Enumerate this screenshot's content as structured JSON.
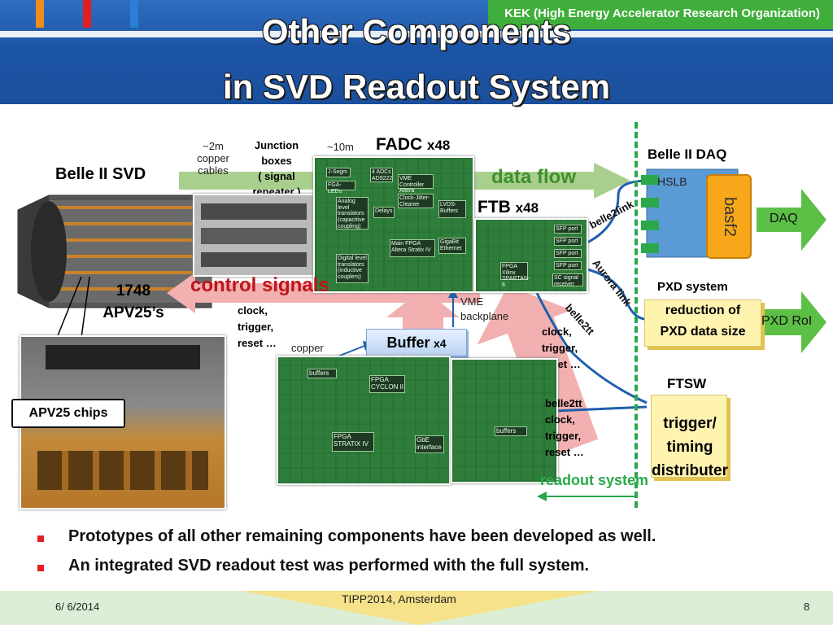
{
  "header": {
    "org": "KEK (High Energy Accelerator Research Organization)",
    "title_line1": "Other Components",
    "title_line2": "in SVD Readout System"
  },
  "diagram": {
    "belle_svd": "Belle II SVD",
    "cables_len": "~2m",
    "cables_kind": "copper",
    "cables_word": "cables",
    "junction": "Junction",
    "junction_boxes": "boxes",
    "junction_signal": "( signal",
    "junction_repeater": "repeater )",
    "len10": "~10m",
    "fadc": "FADC",
    "fadc_count": "x48",
    "data_flow": "data flow",
    "ftb": "FTB",
    "ftb_count": "x48",
    "belle2link": "belle2link",
    "aurora_link": "Aurora link",
    "belle2tt_1": "belle2tt",
    "belle2tt_2": "belle2tt",
    "daq_title": "Belle II DAQ",
    "hslb": "HSLB",
    "basf2": "basf2",
    "daq": "DAQ",
    "pxd_system": "PXD system",
    "pxd_red_1": "reduction of",
    "pxd_red_2": "PXD data size",
    "pxd_roi": "PXD RoI",
    "ftsw": "FTSW",
    "ftsw_box_1": "trigger/",
    "ftsw_box_2": "timing",
    "ftsw_box_3": "distributer",
    "control_signals": "control signals",
    "apv_count": "1748",
    "apv_name": "APV25’s",
    "ctrl1_clock": "clock,",
    "ctrl1_trigger": "trigger,",
    "ctrl1_reset": "reset …",
    "vme": "VME",
    "backplane": "backplane",
    "ctrl2_clock": "clock,",
    "ctrl2_trigger": "trigger,",
    "ctrl2_reset": "reset …",
    "ctrl3_clock": "clock,",
    "ctrl3_trigger": "trigger,",
    "ctrl3_reset": "reset …",
    "copper": "copper",
    "buffer": "Buffer",
    "buffer_count": "x4",
    "apv_chips": "APV25 chips",
    "readout_system": "readout system",
    "fadc_chips": [
      "J-Segm",
      "FGA-LEDs",
      "Analog level translators (capacitive coupling)",
      "Digital level translators (inductive couplers)",
      "4 ADCs AD9222",
      "Delays",
      "VME Controller Altera Cyclone II",
      "Clock-Jitter-Cleaner",
      "Main FPGA Altera Stratix IV",
      "LVDS-Buffers",
      "GigaBit Ethernet"
    ],
    "ftb_chips": [
      "SFP port",
      "SFP port",
      "SFP port",
      "SFP port",
      "FPGA Xilinx SPARTAN-6",
      "SC signal receiver"
    ],
    "buffer_tags": [
      "buffers",
      "FPGA CYCLON II",
      "FPGA STRATIX IV",
      "GbE interface",
      "buffers"
    ]
  },
  "bullets": [
    "Prototypes of all other remaining components have been developed as well.",
    "An integrated SVD readout test was performed with the full system."
  ],
  "footer": {
    "date": "6/ 6/2014",
    "event": "TIPP2014, Amsterdam",
    "page": "8"
  },
  "colors": {
    "header_blue": "#1d55a6",
    "accent_green": "#3fae3a",
    "link_blue": "#1f5fae",
    "arrow_red": "#f2b0b0",
    "control_red": "#c0131b",
    "box_yellow": "#fff3b0",
    "basf2_orange": "#f6a81a"
  }
}
